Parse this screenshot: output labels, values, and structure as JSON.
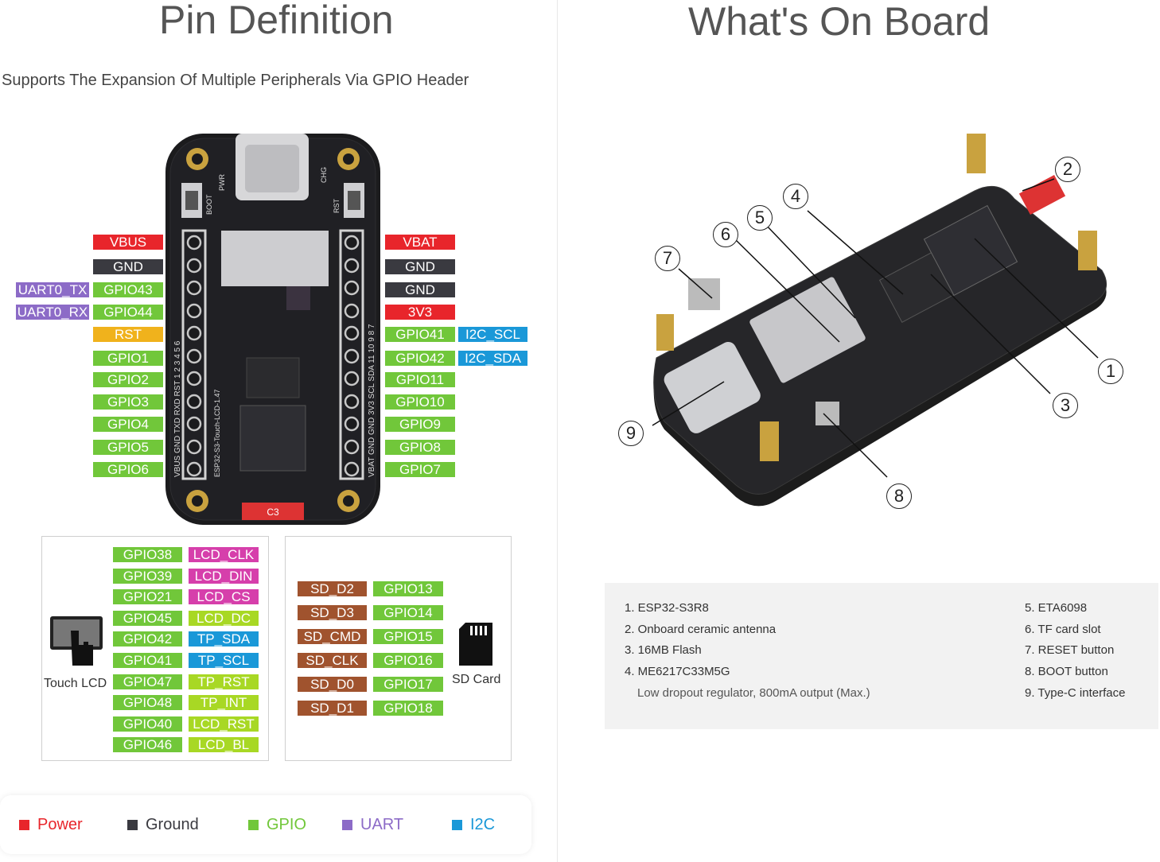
{
  "left": {
    "title": "Pin Definition",
    "subtitle": "Supports The Expansion Of Multiple Peripherals Via GPIO Header"
  },
  "right": {
    "title": "What's On Board"
  },
  "board_left_pins": [
    {
      "label": "VBUS",
      "type": "power"
    },
    {
      "label": "GND",
      "type": "gnd"
    },
    {
      "label": "GPIO43",
      "type": "gpio",
      "extra": "UART0_TX",
      "extra_type": "uart"
    },
    {
      "label": "GPIO44",
      "type": "gpio",
      "extra": "UART0_RX",
      "extra_type": "uart"
    },
    {
      "label": "RST",
      "type": "rst"
    },
    {
      "label": "GPIO1",
      "type": "gpio"
    },
    {
      "label": "GPIO2",
      "type": "gpio"
    },
    {
      "label": "GPIO3",
      "type": "gpio"
    },
    {
      "label": "GPIO4",
      "type": "gpio"
    },
    {
      "label": "GPIO5",
      "type": "gpio"
    },
    {
      "label": "GPIO6",
      "type": "gpio"
    }
  ],
  "board_right_pins": [
    {
      "label": "VBAT",
      "type": "power"
    },
    {
      "label": "GND",
      "type": "gnd"
    },
    {
      "label": "GND",
      "type": "gnd"
    },
    {
      "label": "3V3",
      "type": "power"
    },
    {
      "label": "GPIO41",
      "type": "gpio",
      "extra": "I2C_SCL",
      "extra_type": "i2c"
    },
    {
      "label": "GPIO42",
      "type": "gpio",
      "extra": "I2C_SDA",
      "extra_type": "i2c"
    },
    {
      "label": "GPIO11",
      "type": "gpio"
    },
    {
      "label": "GPIO10",
      "type": "gpio"
    },
    {
      "label": "GPIO9",
      "type": "gpio"
    },
    {
      "label": "GPIO8",
      "type": "gpio"
    },
    {
      "label": "GPIO7",
      "type": "gpio"
    }
  ],
  "silk": {
    "left_pins": "VBUS GND TXD RXD RST 1 2 3 4 5 6",
    "right_pins": "VBAT GND GND 3V3 SCL SDA 11 10 9 8 7",
    "pwr": "PWR",
    "chg": "CHG",
    "boot": "BOOT",
    "rst": "RST",
    "model": "ESP32-S3-Touch-LCD-1.47",
    "antenna": "C3"
  },
  "lcd_box": {
    "caption": "Touch LCD",
    "pins": [
      {
        "gpio": "GPIO38",
        "fn": "LCD_CLK",
        "fn_type": "lcd"
      },
      {
        "gpio": "GPIO39",
        "fn": "LCD_DIN",
        "fn_type": "lcd"
      },
      {
        "gpio": "GPIO21",
        "fn": "LCD_CS",
        "fn_type": "lcd"
      },
      {
        "gpio": "GPIO45",
        "fn": "LCD_DC",
        "fn_type": "lcd2"
      },
      {
        "gpio": "GPIO42",
        "fn": "TP_SDA",
        "fn_type": "i2c"
      },
      {
        "gpio": "GPIO41",
        "fn": "TP_SCL",
        "fn_type": "i2c"
      },
      {
        "gpio": "GPIO47",
        "fn": "TP_RST",
        "fn_type": "lcd2"
      },
      {
        "gpio": "GPIO48",
        "fn": "TP_INT",
        "fn_type": "lcd2"
      },
      {
        "gpio": "GPIO40",
        "fn": "LCD_RST",
        "fn_type": "lcd2"
      },
      {
        "gpio": "GPIO46",
        "fn": "LCD_BL",
        "fn_type": "lcd2"
      }
    ]
  },
  "sd_box": {
    "caption": "SD Card",
    "pins": [
      {
        "fn": "SD_D2",
        "gpio": "GPIO13"
      },
      {
        "fn": "SD_D3",
        "gpio": "GPIO14"
      },
      {
        "fn": "SD_CMD",
        "gpio": "GPIO15"
      },
      {
        "fn": "SD_CLK",
        "gpio": "GPIO16"
      },
      {
        "fn": "SD_D0",
        "gpio": "GPIO17"
      },
      {
        "fn": "SD_D1",
        "gpio": "GPIO18"
      }
    ]
  },
  "legend": [
    {
      "label": "Power",
      "color": "#e8252b"
    },
    {
      "label": "Ground",
      "color": "#3a3a40"
    },
    {
      "label": "GPIO",
      "color": "#71c73a"
    },
    {
      "label": "UART",
      "color": "#8c6bc7"
    },
    {
      "label": "I2C",
      "color": "#1a98d8"
    }
  ],
  "components": {
    "left_col": [
      "1. ESP32-S3R8",
      "2. Onboard ceramic antenna",
      "3. 16MB Flash",
      "4. ME6217C33M5G",
      "Low dropout regulator, 800mA output (Max.)"
    ],
    "right_col": [
      "5. ETA6098",
      "6. TF card slot",
      "7. RESET button",
      "8. BOOT button",
      "9. Type-C interface"
    ]
  },
  "callouts": [
    "1",
    "2",
    "3",
    "4",
    "5",
    "6",
    "7",
    "8",
    "9"
  ]
}
